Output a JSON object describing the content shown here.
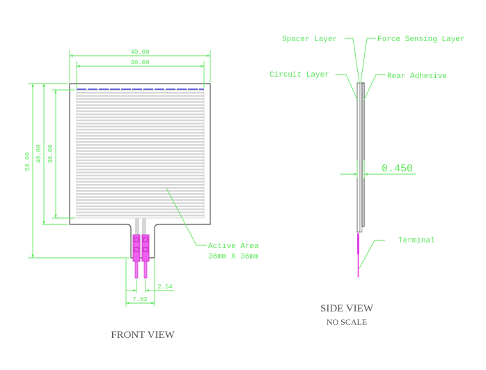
{
  "colors": {
    "dimension": "#5be65b",
    "outline": "#555555",
    "trace": "#d9d9d9",
    "terminal": "#e040e0",
    "top_edge": "#3a3ad0",
    "title": "#555555"
  },
  "front_view": {
    "title": "FRONT VIEW",
    "dimensions": {
      "overall_width": "40.00",
      "active_width": "36.00",
      "overall_height": "50.00",
      "body_height": "40.00",
      "active_height": "36.00",
      "pin_pitch": "2.54",
      "pin_span": "7.62"
    },
    "callout": {
      "line1": "Active Area",
      "line2": "36mm X 36mm"
    }
  },
  "side_view": {
    "title": "SIDE VIEW",
    "subtitle": "NO SCALE",
    "layers": {
      "spacer": "Spacer Layer",
      "force_sensing": "Force Sensing Layer",
      "circuit": "Circuit Layer",
      "rear_adhesive": "Rear Adhesive"
    },
    "thickness": "0.450",
    "terminal": "Terminal"
  }
}
